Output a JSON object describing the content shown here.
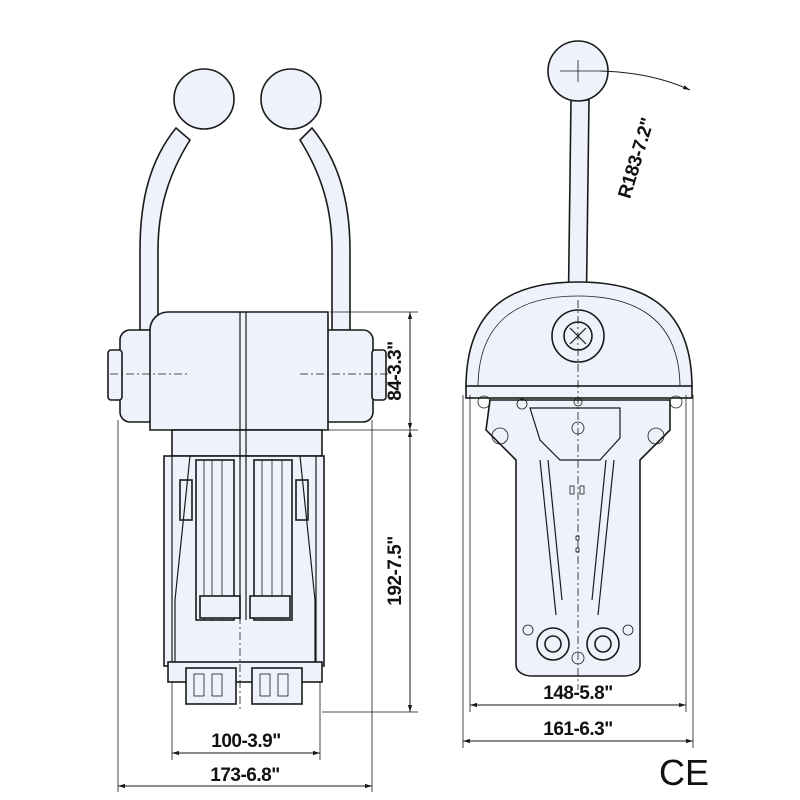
{
  "dimensions": {
    "front_view": {
      "upper_height": "84-3.3\"",
      "lower_height": "192-7.5\"",
      "inner_width": "100-3.9\"",
      "overall_width": "173-6.8\""
    },
    "side_view": {
      "lever_radius": "R183-7.2\"",
      "base_width": "148-5.8\"",
      "overall_width": "161-6.3\""
    }
  },
  "marks": {
    "certification": "CE"
  },
  "colors": {
    "body_fill": "#eef2fa",
    "outline": "#1a1a1a"
  }
}
